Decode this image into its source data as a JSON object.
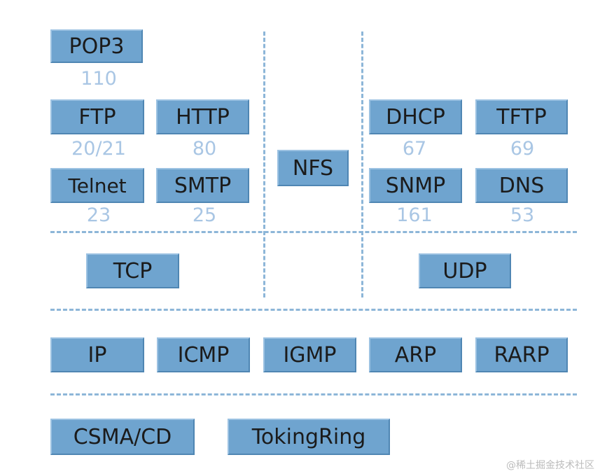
{
  "application_layer": {
    "pop3": {
      "label": "POP3",
      "port": "110"
    },
    "ftp": {
      "label": "FTP",
      "port": "20/21"
    },
    "http": {
      "label": "HTTP",
      "port": "80"
    },
    "telnet": {
      "label": "Telnet",
      "port": "23"
    },
    "smtp": {
      "label": "SMTP",
      "port": "25"
    },
    "nfs": {
      "label": "NFS"
    },
    "dhcp": {
      "label": "DHCP",
      "port": "67"
    },
    "tftp": {
      "label": "TFTP",
      "port": "69"
    },
    "snmp": {
      "label": "SNMP",
      "port": "161"
    },
    "dns": {
      "label": "DNS",
      "port": "53"
    }
  },
  "transport_layer": {
    "tcp": "TCP",
    "udp": "UDP"
  },
  "network_layer": [
    "IP",
    "ICMP",
    "IGMP",
    "ARP",
    "RARP"
  ],
  "link_layer": [
    "CSMA/CD",
    "TokingRing"
  ],
  "watermark": "@稀土掘金技术社区",
  "colors": {
    "box_fill": "#6fa4cf",
    "port_text": "#a9c6e4",
    "dashed_line": "#8db6d8"
  }
}
